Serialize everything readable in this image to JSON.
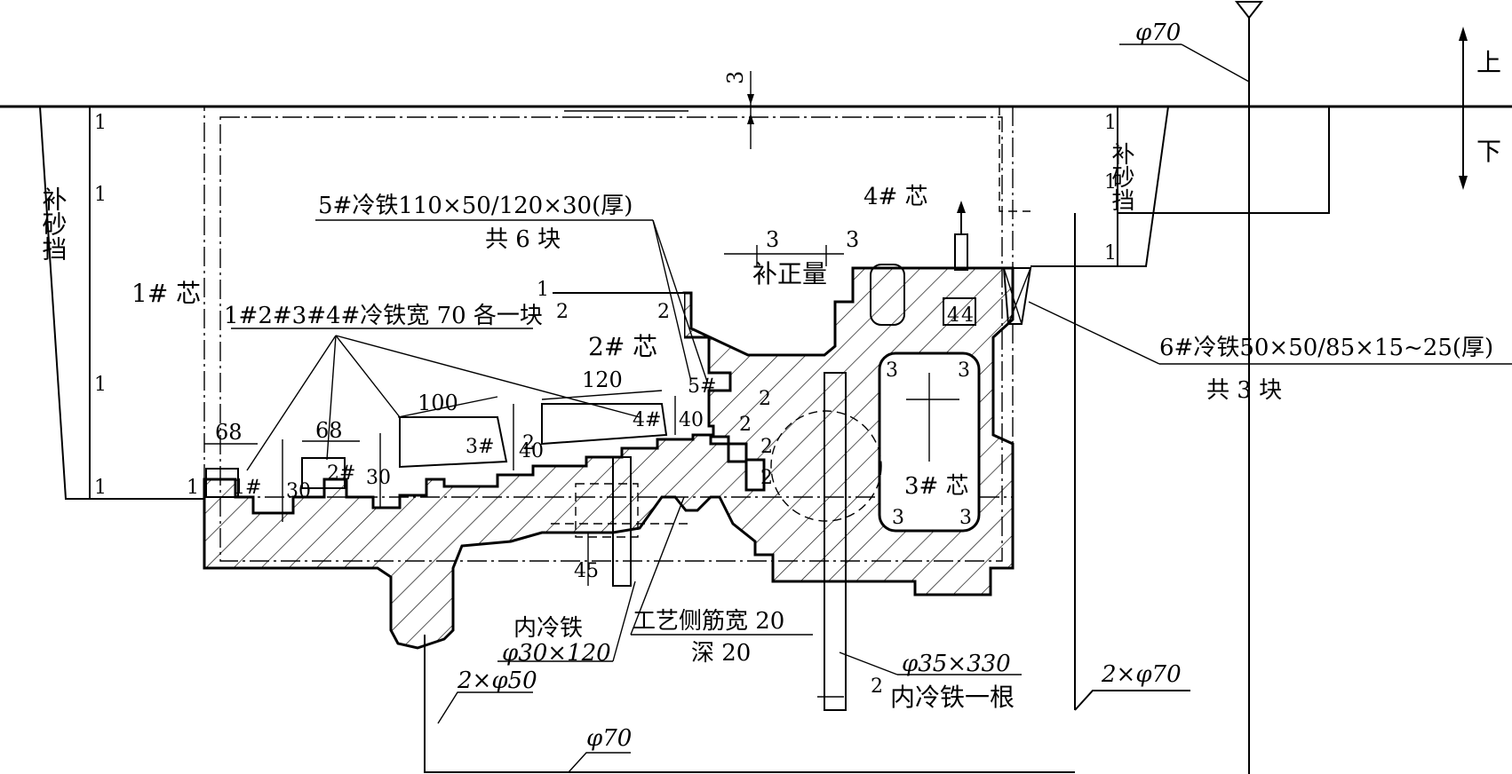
{
  "labels": {
    "phi70_top": "φ70",
    "dim3_top": "3",
    "up": "上",
    "down": "下",
    "ratio_1": "1",
    "sand_left": "补砂挡",
    "sand_right": "补砂挡",
    "core1": "1# 芯",
    "core2": "2# 芯",
    "core3": "3# 芯",
    "core4": "4# 芯",
    "chill5_line1": "5#冷铁110×50/120×30(厚)",
    "chill5_line2": "共 6 块",
    "chill6_line1": "6#冷铁50×50/85×15~25(厚)",
    "chill6_line2": "共 3 块",
    "chills1234": "1#2#3#4#冷铁宽 70 各一块",
    "comp": "补正量",
    "dim3a": "3",
    "dim3b": "3",
    "dim68a": "68",
    "dim68b": "68",
    "dim30a": "30",
    "dim30b": "30",
    "dim100": "100",
    "dim120": "120",
    "dim40a": "40",
    "dim40b": "40",
    "dim45": "45",
    "dim2": "2",
    "dim3": "3",
    "dim4": "4",
    "n1": "1#",
    "n2": "2#",
    "n3": "3#",
    "n4": "4#",
    "n5": "5#",
    "inner_chill_a1": "内冷铁",
    "inner_chill_a2": "φ30×120",
    "rib1": "工艺侧筋宽 20",
    "rib2": "深 20",
    "inner_chill_b1": "φ35×330",
    "inner_chill_b2": "内冷铁一根",
    "riser_2x50": "2×φ50",
    "riser_2x70": "2×φ70",
    "phi70_bottom": "φ70"
  }
}
